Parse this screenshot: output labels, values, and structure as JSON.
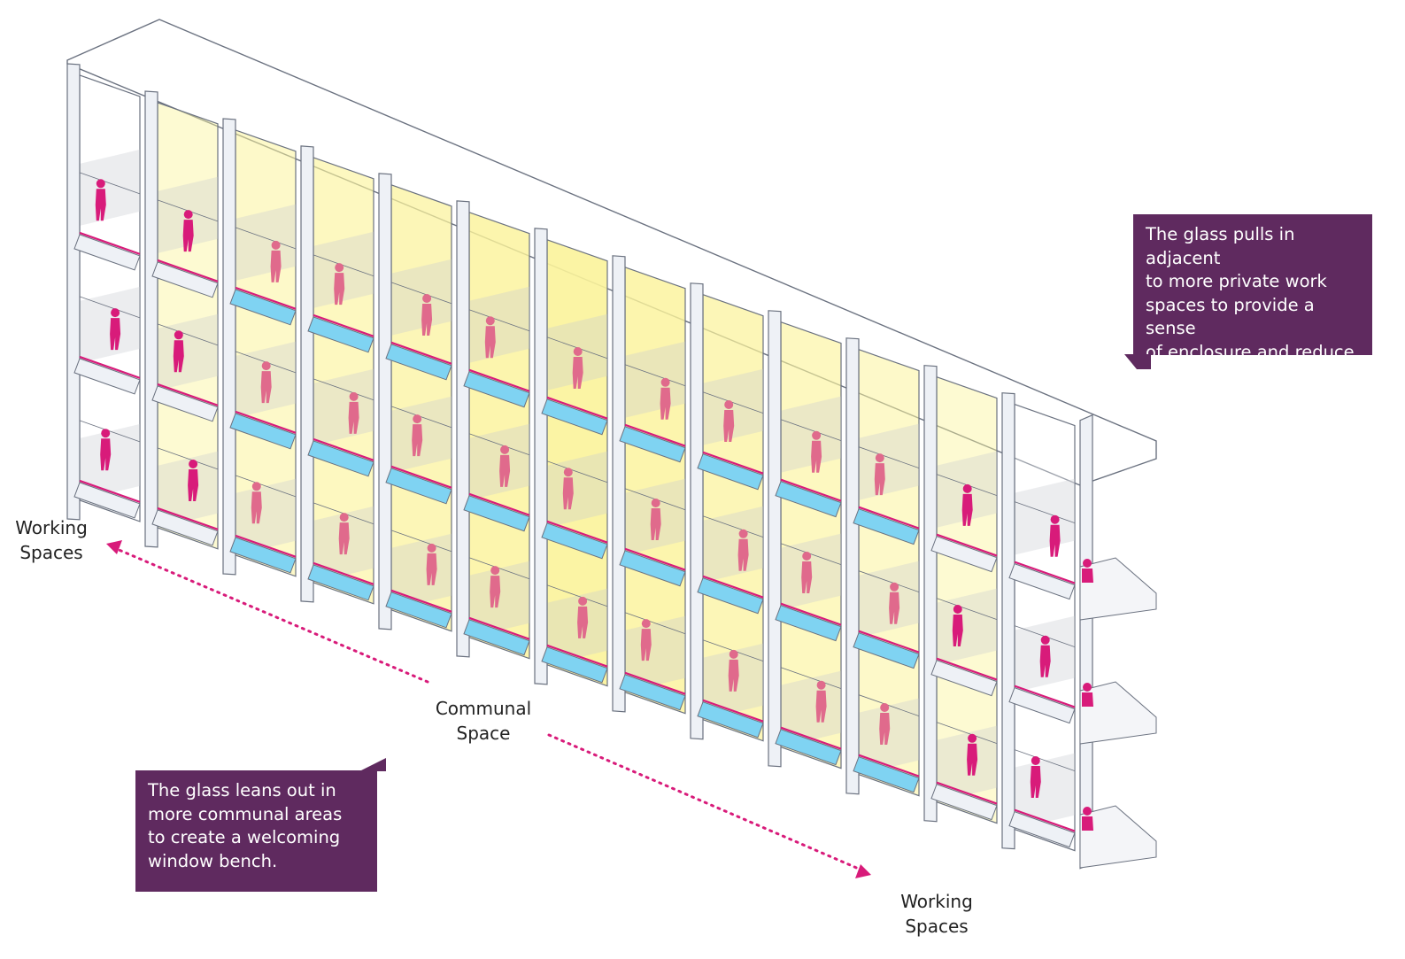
{
  "labels": {
    "working_left": "Working\nSpaces",
    "communal": "Communal\nSpace",
    "working_right": "Working\nSpaces"
  },
  "callouts": {
    "top_right": "The glass pulls in adjacent\nto more private work\nspaces to provide a sense\nof enclosure and reduce\nglare.",
    "bottom_left": "The glass leans out in\nmore communal areas\nto create a welcoming\nwindow bench."
  },
  "colors": {
    "callout_bg": "#5f2a5f",
    "accent_magenta": "#d81b7a",
    "frame": "#eef1f6",
    "frame_stroke": "#6b7280",
    "glass_yellow": "#fbf39a",
    "bench_blue": "#7fd3f2",
    "shadow": "#c9ccd2"
  },
  "icons": {
    "figure": "person-silhouette-icon",
    "arrow": "dotted-arrow-icon"
  }
}
